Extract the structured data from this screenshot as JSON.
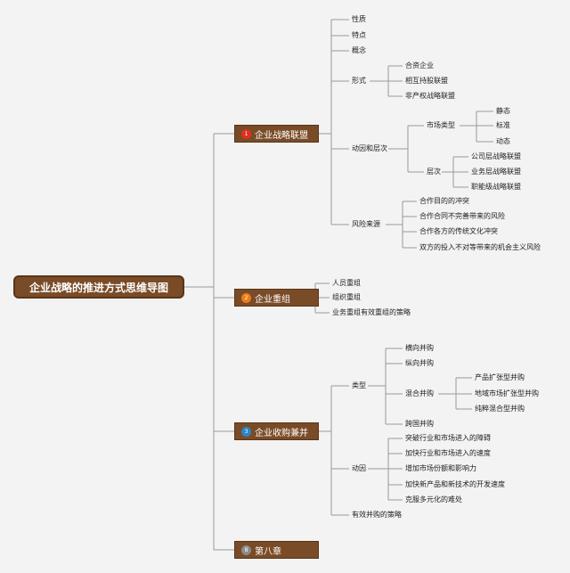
{
  "root": "企业战略的推进方式思维导图",
  "branches": [
    {
      "label": "企业战略联盟",
      "badge": "1",
      "badge_color": "#e0301e"
    },
    {
      "label": "企业重组",
      "badge": "2",
      "badge_color": "#f07c16"
    },
    {
      "label": "企业收购兼并",
      "badge": "3",
      "badge_color": "#2b86c5"
    },
    {
      "label": "第八章",
      "badge": "8",
      "badge_color": "#8c8c8c"
    }
  ],
  "alliance": {
    "xingzhi": "性质",
    "tedian": "特点",
    "gainian": "概念",
    "xingshi": {
      "label": "形式",
      "items": [
        "合资企业",
        "相互持股联盟",
        "非产权战略联盟"
      ]
    },
    "dongyin": {
      "label": "动因和层次",
      "market": {
        "label": "市场类型",
        "items": [
          "静态",
          "标准",
          "动态"
        ]
      },
      "level": {
        "label": "层次",
        "items": [
          "公司层战略联盟",
          "业务层战略联盟",
          "职能级战略联盟"
        ]
      }
    },
    "risk": {
      "label": "风险来源",
      "items": [
        "合作目的的冲突",
        "合作合同不完善带来的风险",
        "合作各方的传统文化冲突",
        "双方的投入不对等带来的机会主义风险"
      ]
    }
  },
  "reorg": {
    "items": [
      "人员重组",
      "组织重组",
      "业务重组有效重组的策略"
    ]
  },
  "ma": {
    "type": {
      "label": "类型",
      "heng": "横向并购",
      "zong": "纵向并购",
      "mixed": {
        "label": "混合并购",
        "items": [
          "产品扩张型并购",
          "地域市场扩张型并购",
          "纯粹混合型并购"
        ]
      },
      "kuaguo": "跨国并购"
    },
    "motive": {
      "label": "动因",
      "items": [
        "突破行业和市场进入的障碍",
        "加快行业和市场进入的速度",
        "增加市场份额和影响力",
        "加快新产品和新技术的开发速度",
        "克服多元化的难处"
      ]
    },
    "strategy": "有效并购的策略"
  }
}
